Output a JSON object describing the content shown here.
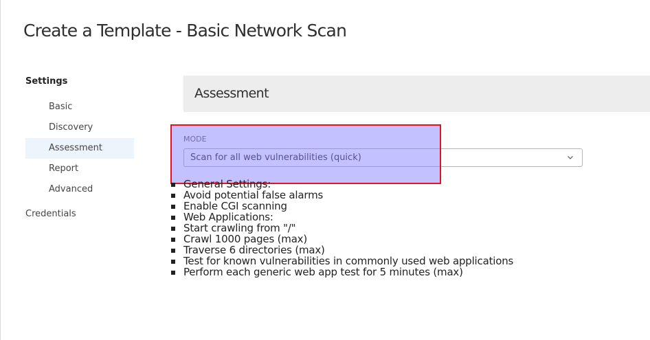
{
  "page": {
    "title": "Create a Template - Basic Network Scan"
  },
  "sidebar": {
    "heading": "Settings",
    "items": [
      {
        "label": "Basic",
        "active": false
      },
      {
        "label": "Discovery",
        "active": false
      },
      {
        "label": "Assessment",
        "active": true
      },
      {
        "label": "Report",
        "active": false
      },
      {
        "label": "Advanced",
        "active": false
      }
    ],
    "credentials_label": "Credentials"
  },
  "section": {
    "title": "Assessment"
  },
  "mode": {
    "label": "MODE",
    "selected": "Scan for all web vulnerabilities (quick)"
  },
  "settings_list": [
    "General Settings:",
    "Avoid potential false alarms",
    "Enable CGI scanning",
    "Web Applications:",
    "Start crawling from \"/\"",
    "Crawl 1000 pages (max)",
    "Traverse 6 directories (max)",
    "Test for known vulnerabilities in commonly used web applications",
    "Perform each generic web app test for 5 minutes (max)"
  ],
  "colors": {
    "highlight_border": "#e8101f",
    "highlight_fill": "#7a76ff",
    "active_item_bg": "#ecf4fc",
    "section_header_bg": "#ededed"
  },
  "icons": {
    "select_chevron": "chevron-down-icon"
  }
}
